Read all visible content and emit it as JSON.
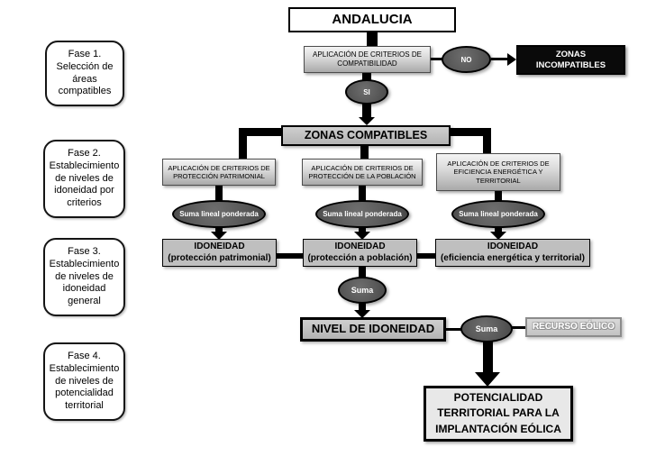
{
  "colors": {
    "oval_fill": "#595959",
    "box_gray": "#bfbfbf",
    "incompatible_black": "#0a0a0a",
    "potencialidad_fill": "#e8e8e8",
    "line_black": "#000000"
  },
  "phases": [
    {
      "label": "Fase 1.\nSelección de\náreas\ncompatibles"
    },
    {
      "label": "Fase 2.\nEstablecimiento\nde niveles de\nidoneidad por\ncriterios"
    },
    {
      "label": "Fase 3.\nEstablecimiento\nde niveles de\nidoneidad\ngeneral"
    },
    {
      "label": "Fase 4.\nEstablecimiento\nde niveles de\npotencialidad\nterritorial"
    }
  ],
  "flow": {
    "andalucia": "ANDALUCIA",
    "criterios_compatibilidad": "APLICACIÓN DE CRITERIOS DE\nCOMPATIBILIDAD",
    "no": "NO",
    "zonas_incompatibles": "ZONAS\nINCOMPATIBLES",
    "si": "SI",
    "zonas_compatibles": "ZONAS COMPATIBLES",
    "criterios_patrimonial": "APLICACIÓN DE CRITERIOS DE\nPROTECCIÓN PATRIMONIAL",
    "criterios_poblacion": "APLICACIÓN DE CRITERIOS DE\nPROTECCIÓN DE LA POBLACIÓN",
    "criterios_eficiencia": "APLICACIÓN DE CRITERIOS DE\nEFICIENCIA ENERGÉTICA Y\nTERRITORIAL",
    "suma_lineal_1": "Suma lineal ponderada",
    "suma_lineal_2": "Suma lineal ponderada",
    "suma_lineal_3": "Suma lineal ponderada",
    "idoneidad_patrimonial": "IDONEIDAD\n(protección patrimonial)",
    "idoneidad_poblacion": "IDONEIDAD\n(protección a población)",
    "idoneidad_eficiencia": "IDONEIDAD\n(eficiencia energética y territorial)",
    "suma_1": "Suma",
    "nivel_idoneidad": "NIVEL DE IDONEIDAD",
    "suma_2": "Suma",
    "recurso_eolico": "RECURSO EÓLICO",
    "potencialidad": "POTENCIALIDAD\nTERRITORIAL PARA LA\nIMPLANTACIÓN EÓLICA"
  }
}
